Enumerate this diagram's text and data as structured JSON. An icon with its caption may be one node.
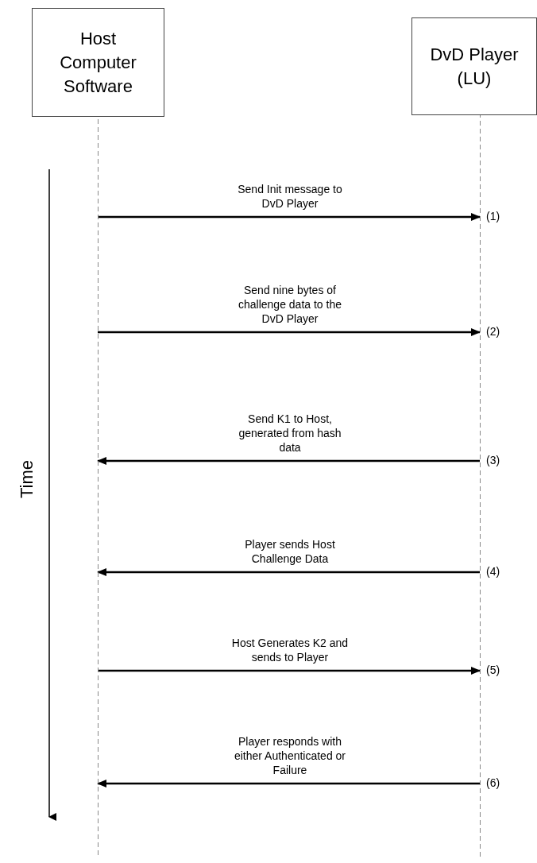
{
  "diagram": {
    "nodes": [
      {
        "text": [
          "Host Computer Software"
        ]
      },
      {
        "text": [
          "DvD Player (LU)"
        ]
      }
    ],
    "edges": [
      {
        "from": 0,
        "to": 1,
        "arrow": "to",
        "label": "Send Init message to DvD Player"
      },
      {
        "from": 0,
        "to": 1,
        "arrow": "to",
        "label": "Send nine bytes of challenge data to the DvD Player"
      },
      {
        "from": 1,
        "to": 0,
        "arrow": "to",
        "label": "Send K1 to Host, generated from hash data"
      },
      {
        "from": 1,
        "to": 0,
        "arrow": "to",
        "label": "Player sends Host Challenge Data"
      },
      {
        "from": 0,
        "to": 1,
        "arrow": "to",
        "label": "Host Generates K2 and sends to Player"
      },
      {
        "from": 1,
        "to": 0,
        "arrow": "to",
        "label": "Player responds with either Authenticated or Failure"
      }
    ],
    "labels": [
      "Time",
      "(1)",
      "(2)",
      "(3)",
      "(4)",
      "(5)",
      "(6)"
    ]
  }
}
